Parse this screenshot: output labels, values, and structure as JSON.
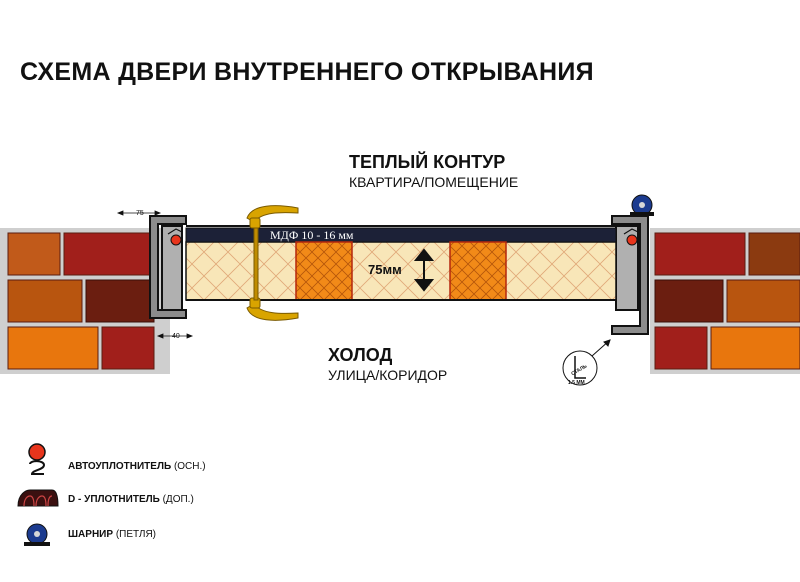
{
  "title": "СХЕМА ДВЕРИ ВНУТРЕННЕГО ОТКРЫВАНИЯ",
  "warm": {
    "title": "ТЕПЛЫЙ КОНТУР",
    "subtitle": "КВАРТИРА/ПОМЕЩЕНИЕ"
  },
  "cold": {
    "title": "ХОЛОД",
    "subtitle": "УЛИЦА/КОРИДОР"
  },
  "mdf_label": "МДФ 10 - 16 мм",
  "thickness_label": "75мм",
  "dim_top": "75",
  "dim_bottom": "40",
  "steel_label": {
    "line1": "СТАЛЬ",
    "line2": "1.5 ММ"
  },
  "legend": [
    {
      "icon": "auto-seal-icon",
      "bold": "АВТОУПЛОТНИТЕЛЬ",
      "normal": "(ОСН.)"
    },
    {
      "icon": "d-seal-icon",
      "bold": "D - УПЛОТНИТЕЛЬ",
      "normal": "(ДОП.)"
    },
    {
      "icon": "hinge-icon",
      "bold": "ШАРНИР",
      "normal": "(ПЕТЛЯ)"
    }
  ],
  "colors": {
    "brick_red": "#a11f1b",
    "brick_orange": "#e8760d",
    "brick_brown": "#8b4513",
    "brick_dark": "#6b1e10",
    "mortar": "#cfcfcf",
    "mdf_panel": "#1c2137",
    "insulation": "#f8e6b8",
    "timber": "#f28a18",
    "handle": "#d9a400",
    "seal_red": "#e8351c",
    "hinge_blue": "#1c3b8f"
  }
}
